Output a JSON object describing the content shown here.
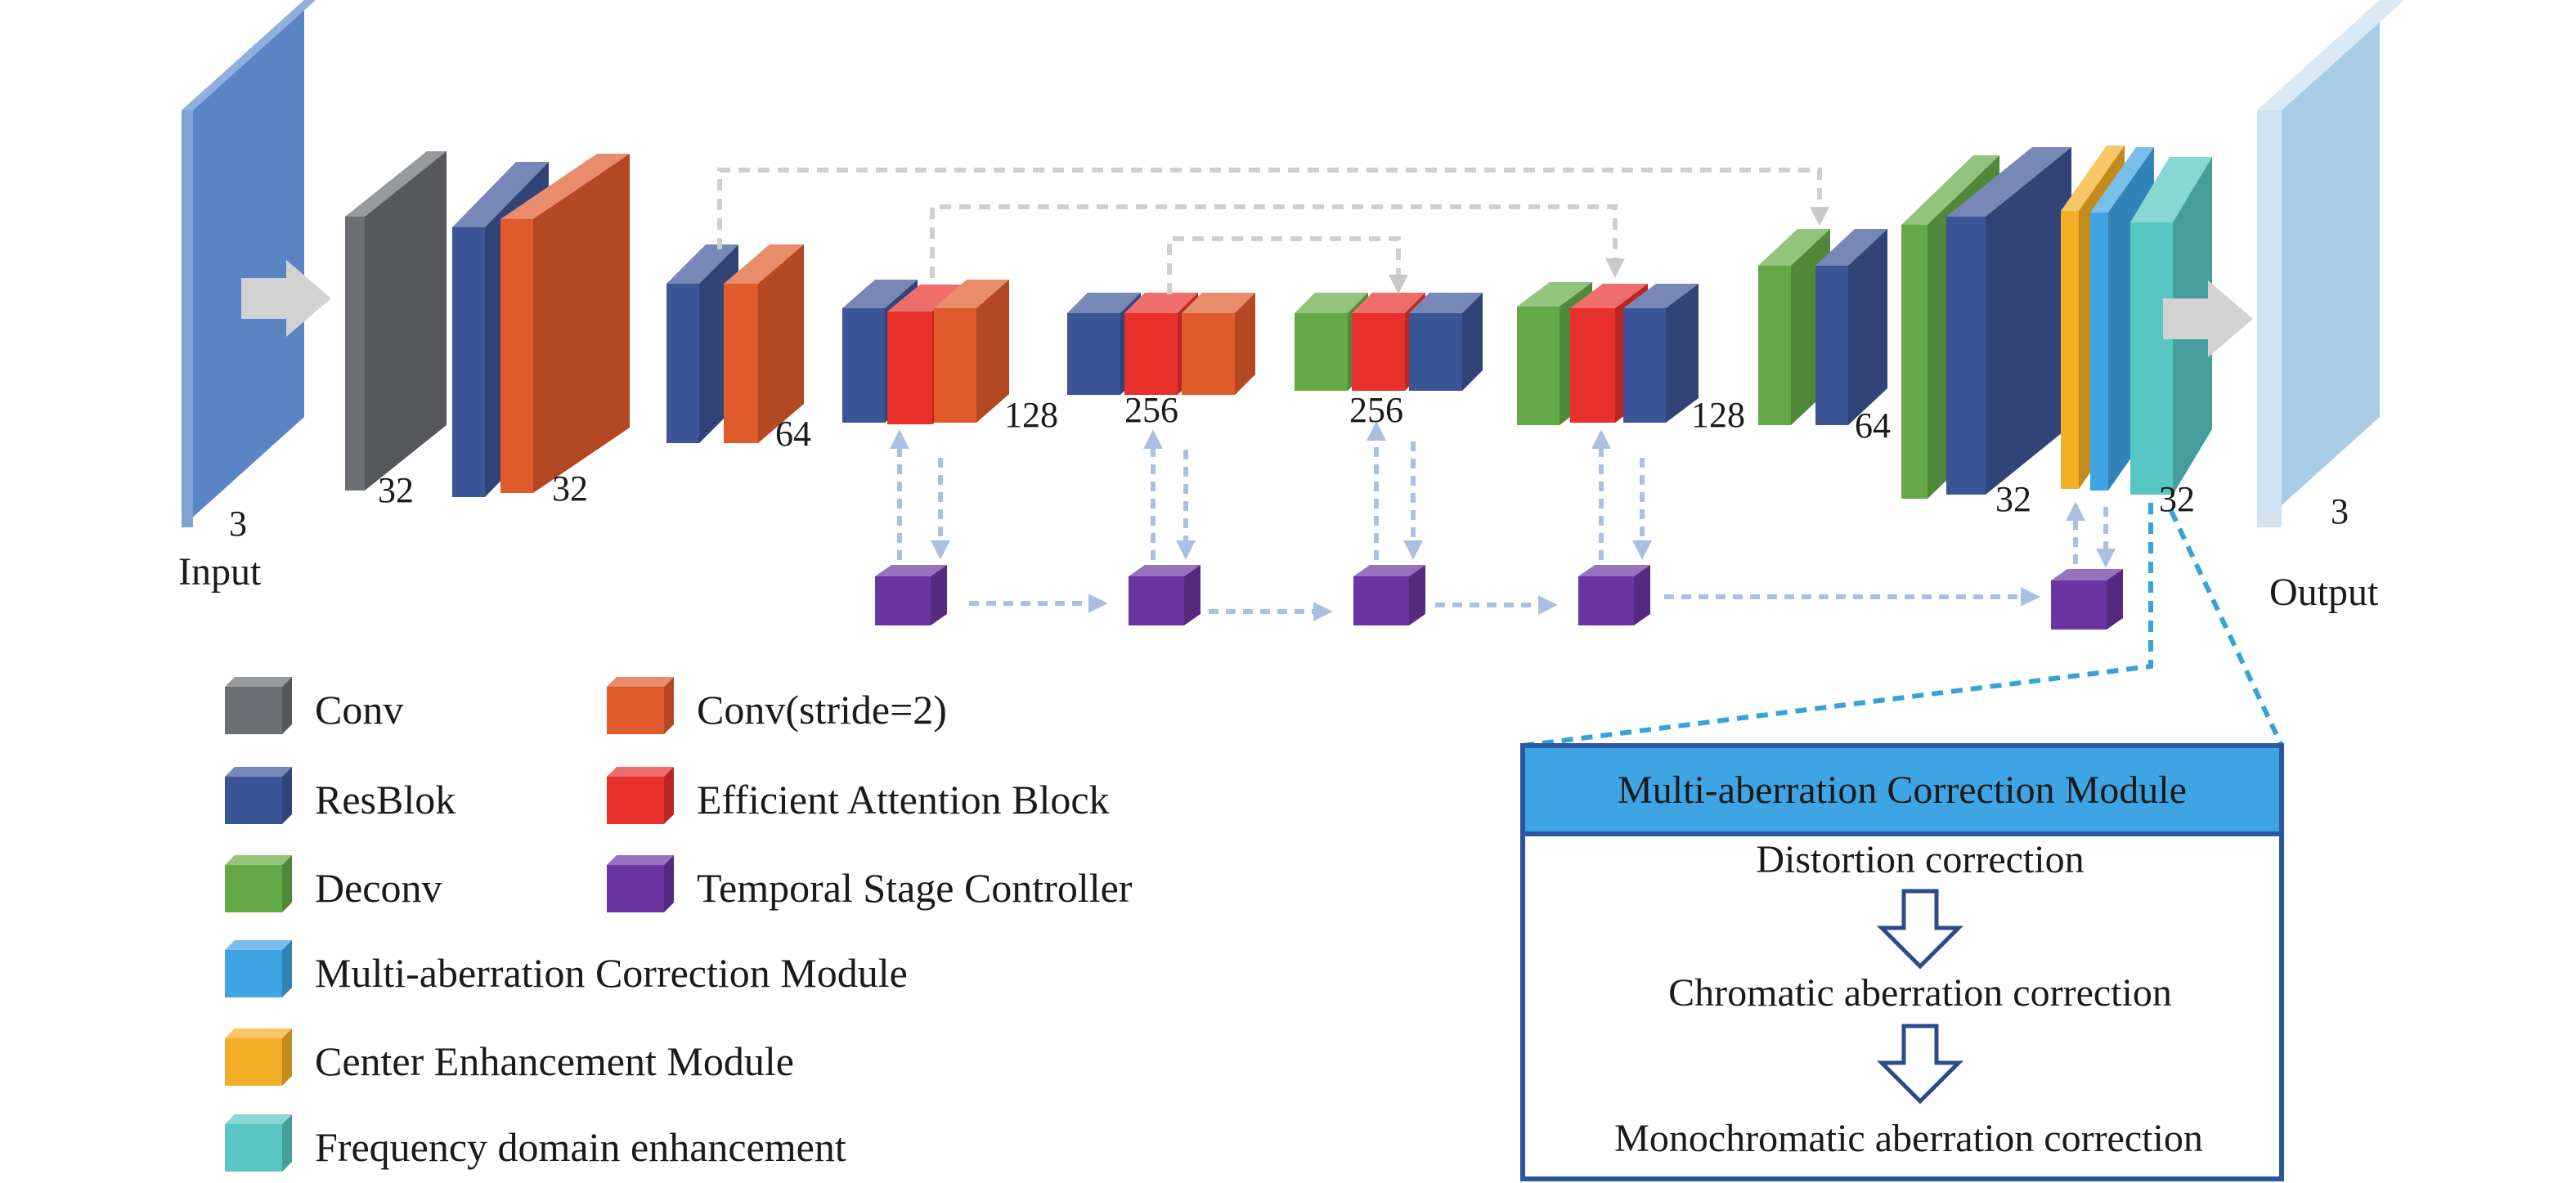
{
  "diagram": {
    "input_label": "Input",
    "output_label": "Output",
    "input_channels": "3",
    "output_channels": "3",
    "encoder_channels": [
      "32",
      "32",
      "64",
      "128",
      "256"
    ],
    "bottleneck_channels": "256",
    "decoder_channels": [
      "128",
      "64",
      "32",
      "32"
    ]
  },
  "legend": [
    {
      "label": "Conv",
      "color": "#6b6e73"
    },
    {
      "label": "Conv(stride=2)",
      "color": "#e05a2b"
    },
    {
      "label": "ResBlok",
      "color": "#3c5596"
    },
    {
      "label": "Efficient Attention Block",
      "color": "#e8302c"
    },
    {
      "label": "Deconv",
      "color": "#63aa47"
    },
    {
      "label": "Temporal Stage Controller",
      "color": "#6a35a0"
    },
    {
      "label": "Multi-aberration Correction Module",
      "color": "#3fa4e4"
    },
    {
      "label": "Center Enhancement Module",
      "color": "#f2ae26"
    },
    {
      "label": "Frequency domain enhancement",
      "color": "#57c6c2"
    }
  ],
  "module_detail": {
    "title": "Multi-aberration Correction Module",
    "steps": [
      "Distortion correction",
      "Chromatic aberration correction",
      "Monochromatic aberration correction"
    ],
    "header_color": "#3fa4e4",
    "border_color": "#2b56a0"
  }
}
